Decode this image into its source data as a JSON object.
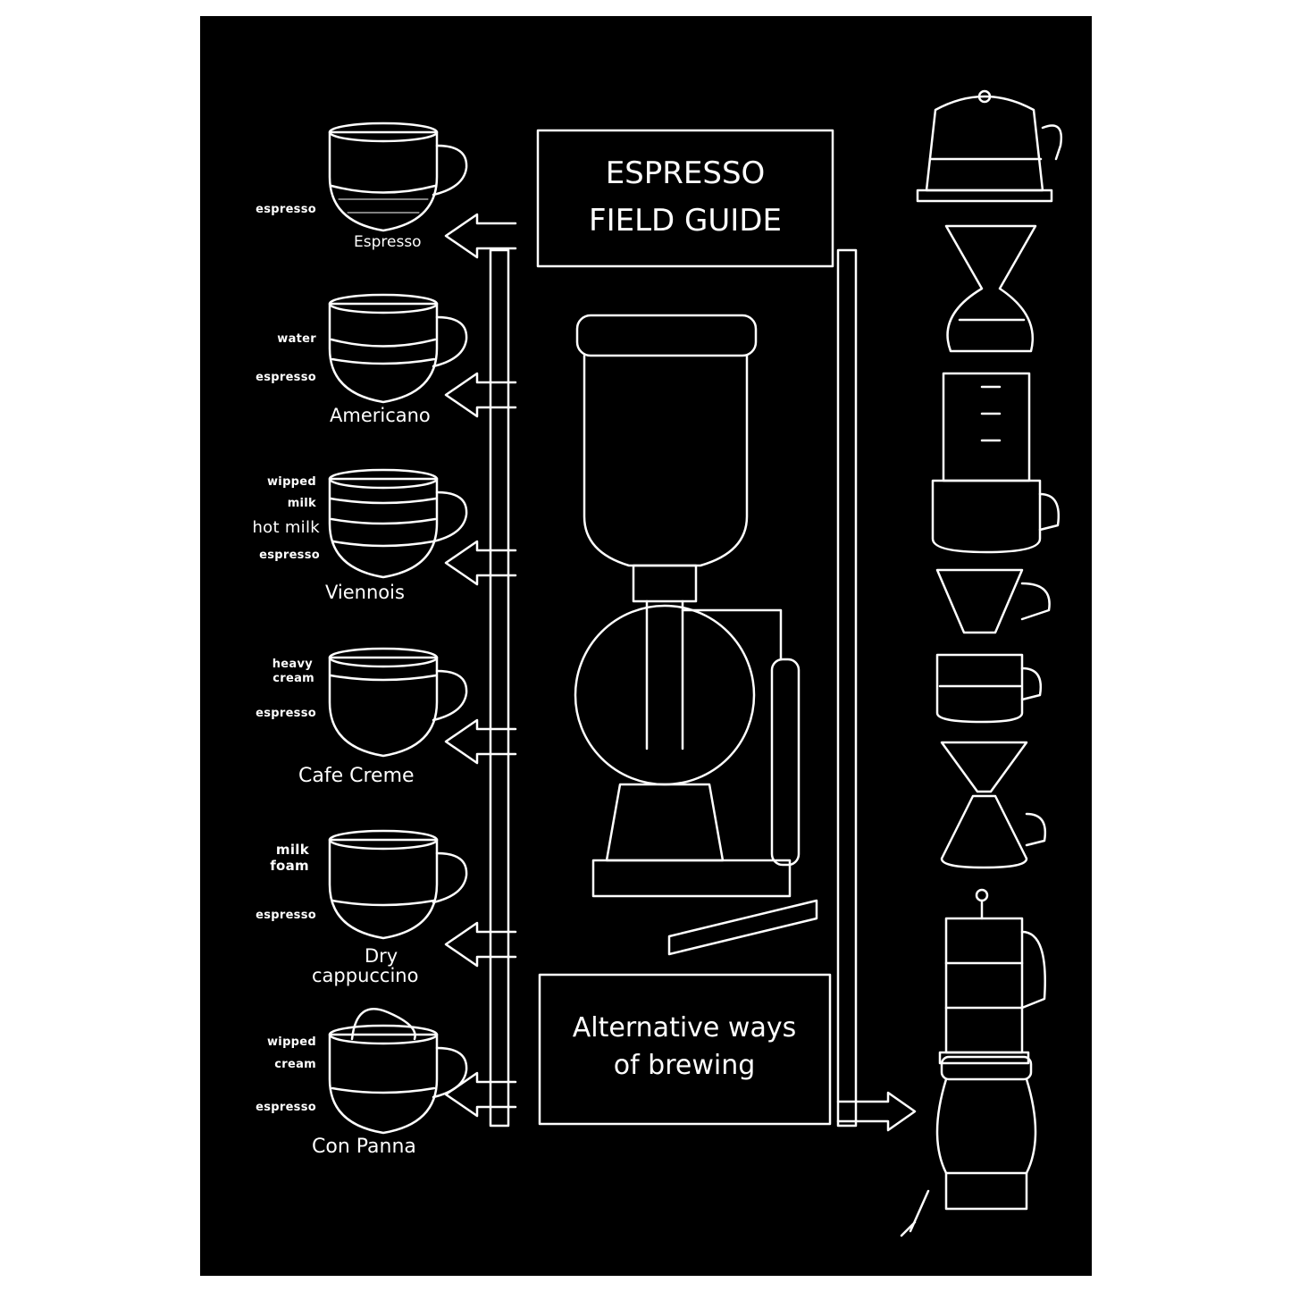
{
  "title": {
    "line1": "ESPRESSO",
    "line2": "FIELD GUIDE"
  },
  "subtitle": {
    "line1": "Alternative ways",
    "line2": "of brewing"
  },
  "drinks": [
    {
      "name": "Espresso",
      "layers": [
        "espresso"
      ]
    },
    {
      "name": "Americano",
      "layers": [
        "water",
        "espresso"
      ]
    },
    {
      "name": "Viennois",
      "layers": [
        "wipped",
        "milk",
        "hot milk",
        "espresso"
      ]
    },
    {
      "name": "Cafe Creme",
      "layers": [
        "heavy",
        "cream",
        "espresso"
      ]
    },
    {
      "name_line1": "Dry",
      "name_line2": "cappuccino",
      "layers": [
        "milk",
        "foam",
        "espresso"
      ]
    },
    {
      "name": "Con Panna",
      "layers": [
        "wipped",
        "cream",
        "espresso"
      ]
    }
  ],
  "icons": {
    "center": "siphon-coffee-maker-icon",
    "brewers": [
      "pour-over-kettle-icon",
      "chemex-icon",
      "aeropress-icon",
      "dripper-with-cup-icon",
      "v60-dripper-icon",
      "french-press-icon",
      "moka-vacuum-icon"
    ]
  },
  "colors": {
    "background": "#000000",
    "ink": "#ffffff",
    "frame": "#ffffff"
  }
}
